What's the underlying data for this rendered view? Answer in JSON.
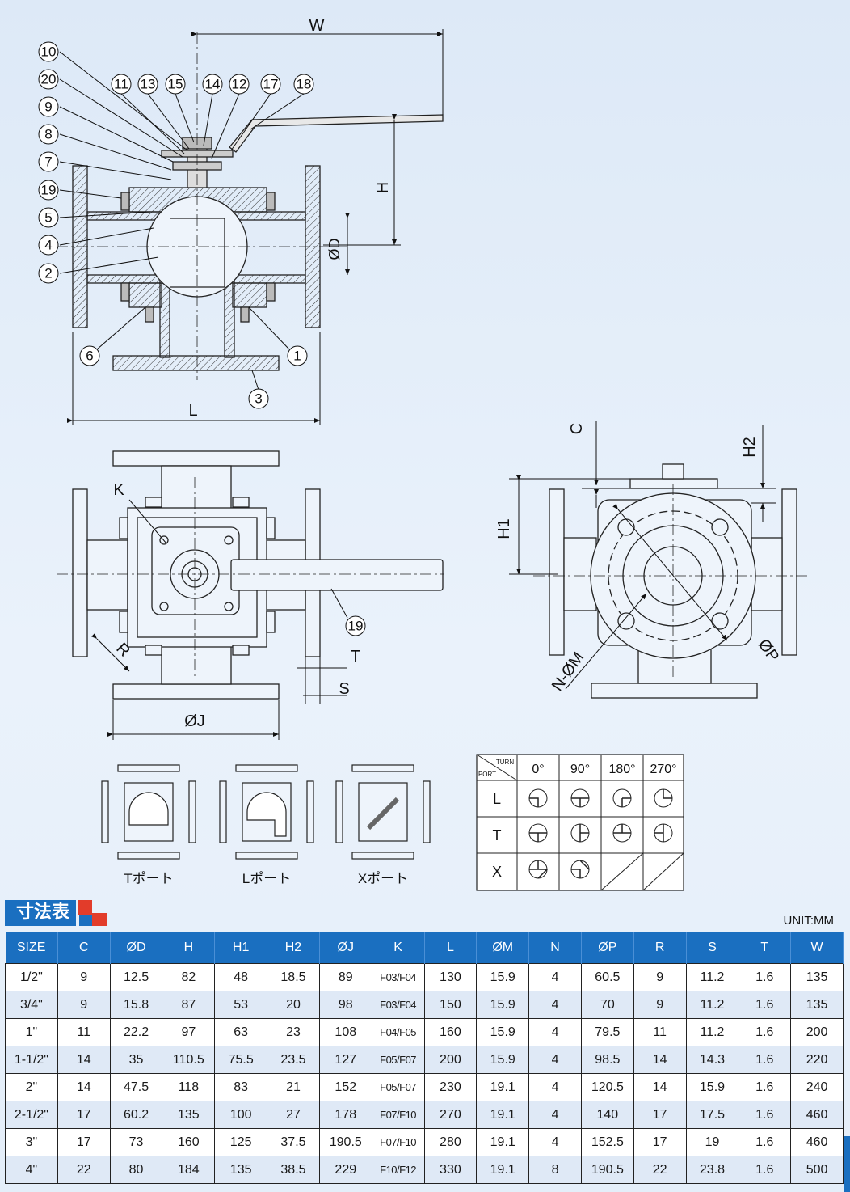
{
  "drawing_labels": {
    "W": "W",
    "H": "H",
    "OD": "ØD",
    "L": "L",
    "K": "K",
    "R": "R",
    "T": "T",
    "S": "S",
    "OJ": "ØJ",
    "C": "C",
    "H2": "H2",
    "H1": "H1",
    "NOM": "N-ØM",
    "OP": "ØP"
  },
  "callouts_left": [
    "10",
    "20",
    "9",
    "8",
    "7",
    "19",
    "5",
    "4",
    "2"
  ],
  "callouts_top": [
    "11",
    "13",
    "15",
    "14",
    "12",
    "17",
    "18"
  ],
  "callouts_bottom": [
    "6",
    "1",
    "3"
  ],
  "callout_side_view": "19",
  "port_diagrams": [
    "Tポート",
    "Lポート",
    "Xポート"
  ],
  "port_table": {
    "header_turn": "TURN",
    "header_port": "PORT",
    "angles": [
      "0°",
      "90°",
      "180°",
      "270°"
    ],
    "rows": [
      "L",
      "T",
      "X"
    ]
  },
  "section": {
    "title": "寸法表",
    "unit": "UNIT:MM"
  },
  "dimension_table": {
    "columns": [
      "SIZE",
      "C",
      "ØD",
      "H",
      "H1",
      "H2",
      "ØJ",
      "K",
      "L",
      "ØM",
      "N",
      "ØP",
      "R",
      "S",
      "T",
      "W"
    ],
    "rows": [
      [
        "1/2\"",
        "9",
        "12.5",
        "82",
        "48",
        "18.5",
        "89",
        "F03/F04",
        "130",
        "15.9",
        "4",
        "60.5",
        "9",
        "11.2",
        "1.6",
        "135"
      ],
      [
        "3/4\"",
        "9",
        "15.8",
        "87",
        "53",
        "20",
        "98",
        "F03/F04",
        "150",
        "15.9",
        "4",
        "70",
        "9",
        "11.2",
        "1.6",
        "135"
      ],
      [
        "1\"",
        "11",
        "22.2",
        "97",
        "63",
        "23",
        "108",
        "F04/F05",
        "160",
        "15.9",
        "4",
        "79.5",
        "11",
        "11.2",
        "1.6",
        "200"
      ],
      [
        "1-1/2\"",
        "14",
        "35",
        "110.5",
        "75.5",
        "23.5",
        "127",
        "F05/F07",
        "200",
        "15.9",
        "4",
        "98.5",
        "14",
        "14.3",
        "1.6",
        "220"
      ],
      [
        "2\"",
        "14",
        "47.5",
        "118",
        "83",
        "21",
        "152",
        "F05/F07",
        "230",
        "19.1",
        "4",
        "120.5",
        "14",
        "15.9",
        "1.6",
        "240"
      ],
      [
        "2-1/2\"",
        "17",
        "60.2",
        "135",
        "100",
        "27",
        "178",
        "F07/F10",
        "270",
        "19.1",
        "4",
        "140",
        "17",
        "17.5",
        "1.6",
        "460"
      ],
      [
        "3\"",
        "17",
        "73",
        "160",
        "125",
        "37.5",
        "190.5",
        "F07/F10",
        "280",
        "19.1",
        "4",
        "152.5",
        "17",
        "19",
        "1.6",
        "460"
      ],
      [
        "4\"",
        "22",
        "80",
        "184",
        "135",
        "38.5",
        "229",
        "F10/F12",
        "330",
        "19.1",
        "8",
        "190.5",
        "22",
        "23.8",
        "1.6",
        "500"
      ]
    ]
  }
}
